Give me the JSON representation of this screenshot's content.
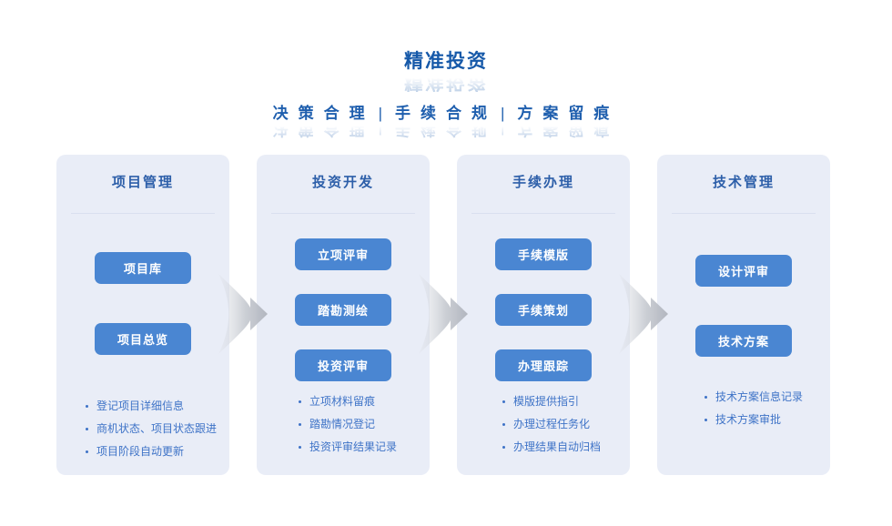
{
  "page": {
    "title": "精准投资",
    "subtitle": {
      "parts": [
        "决策合理",
        "手续合规",
        "方案留痕"
      ],
      "separator": "|"
    }
  },
  "colors": {
    "accent_blue": "#1659a9",
    "subtitle_blue": "#1f5fae",
    "header_blue": "#2d5fa9",
    "button_blue": "#4a86d2",
    "button_text": "#ffffff",
    "bullet_blue": "#3e73c7",
    "card_bg": "#e9edf7",
    "divider": "#d9dfef",
    "page_bg": "#ffffff",
    "arrow_gray": "#b2b6bf"
  },
  "columns": [
    {
      "title": "项目管理",
      "buttons": [
        "项目库",
        "项目总览"
      ],
      "bullets": [
        "登记项目详细信息",
        "商机状态、项目状态跟进",
        "项目阶段自动更新"
      ]
    },
    {
      "title": "投资开发",
      "buttons": [
        "立项评审",
        "踏勘测绘",
        "投资评审"
      ],
      "bullets": [
        "立项材料留痕",
        "踏勘情况登记",
        "投资评审结果记录"
      ]
    },
    {
      "title": "手续办理",
      "buttons": [
        "手续模版",
        "手续策划",
        "办理跟踪"
      ],
      "bullets": [
        "模版提供指引",
        "办理过程任务化",
        "办理结果自动归档"
      ]
    },
    {
      "title": "技术管理",
      "buttons": [
        "设计评审",
        "技术方案"
      ],
      "bullets": [
        "技术方案信息记录",
        "技术方案审批"
      ]
    }
  ],
  "arrows": {
    "direction": "right",
    "count": 3
  }
}
